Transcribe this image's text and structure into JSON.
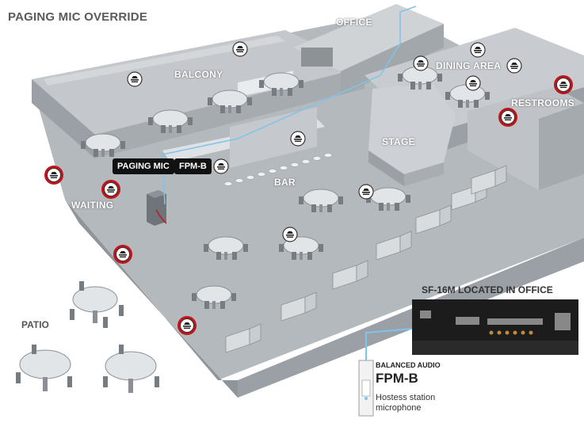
{
  "title": "PAGING MIC OVERRIDE",
  "rooms": {
    "office": "OFFICE",
    "balcony": "BALCONY",
    "dining_area": "DINING AREA",
    "restrooms": "RESTROOMS",
    "stage": "STAGE",
    "bar": "BAR",
    "waiting": "WAITING",
    "patio": "PATIO"
  },
  "tags": {
    "paging_mic": "PAGING MIC",
    "fpm_b": "FPM-B"
  },
  "device": {
    "located_label": "SF-16M LOCATED IN OFFICE",
    "panel_heading": "BALANCED AUDIO",
    "panel_model": "FPM-B",
    "panel_desc_line1": "Hostess station",
    "panel_desc_line2": "microphone"
  },
  "colors": {
    "zone_ring": "#c0141c",
    "floor": "#b4b9be",
    "wall": "#9aa0a6",
    "cable": "#7fc4ea"
  }
}
